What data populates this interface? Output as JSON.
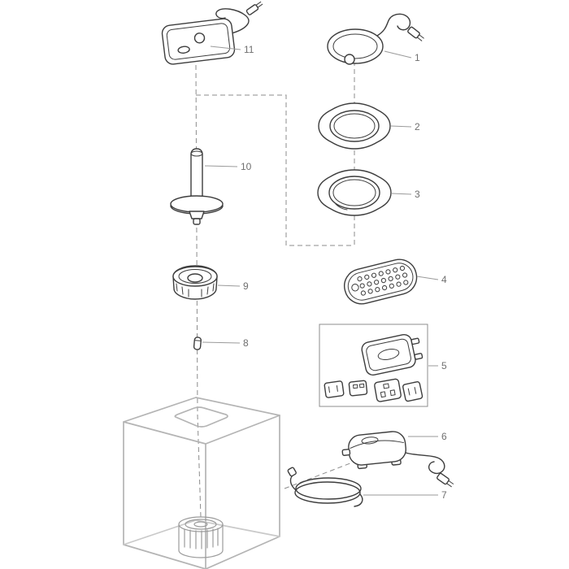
{
  "figure": {
    "type": "exploded-parts-diagram",
    "background": "#ffffff",
    "colors": {
      "part_outline": "#3d3d3d",
      "tank_outline": "#b4b4b4",
      "dashed_guide": "#8c8c8c",
      "callout_line": "#9a9a9a",
      "callout_text": "#6f6f6f"
    },
    "parts": [
      {
        "label": "1",
        "name": "light-ring-with-power-cable"
      },
      {
        "label": "2",
        "name": "top-frame-collar"
      },
      {
        "label": "3",
        "name": "frame-gasket"
      },
      {
        "label": "4",
        "name": "remote-control"
      },
      {
        "label": "5",
        "name": "power-supply-with-plug-adapters"
      },
      {
        "label": "6",
        "name": "air-pump"
      },
      {
        "label": "7",
        "name": "airline-tubing"
      },
      {
        "label": "8",
        "name": "spacer-sleeve"
      },
      {
        "label": "9",
        "name": "filter-cartridge-cap"
      },
      {
        "label": "10",
        "name": "bubble-tube-with-base-plate"
      },
      {
        "label": "11",
        "name": "lid-light-unit-with-cable"
      }
    ]
  }
}
